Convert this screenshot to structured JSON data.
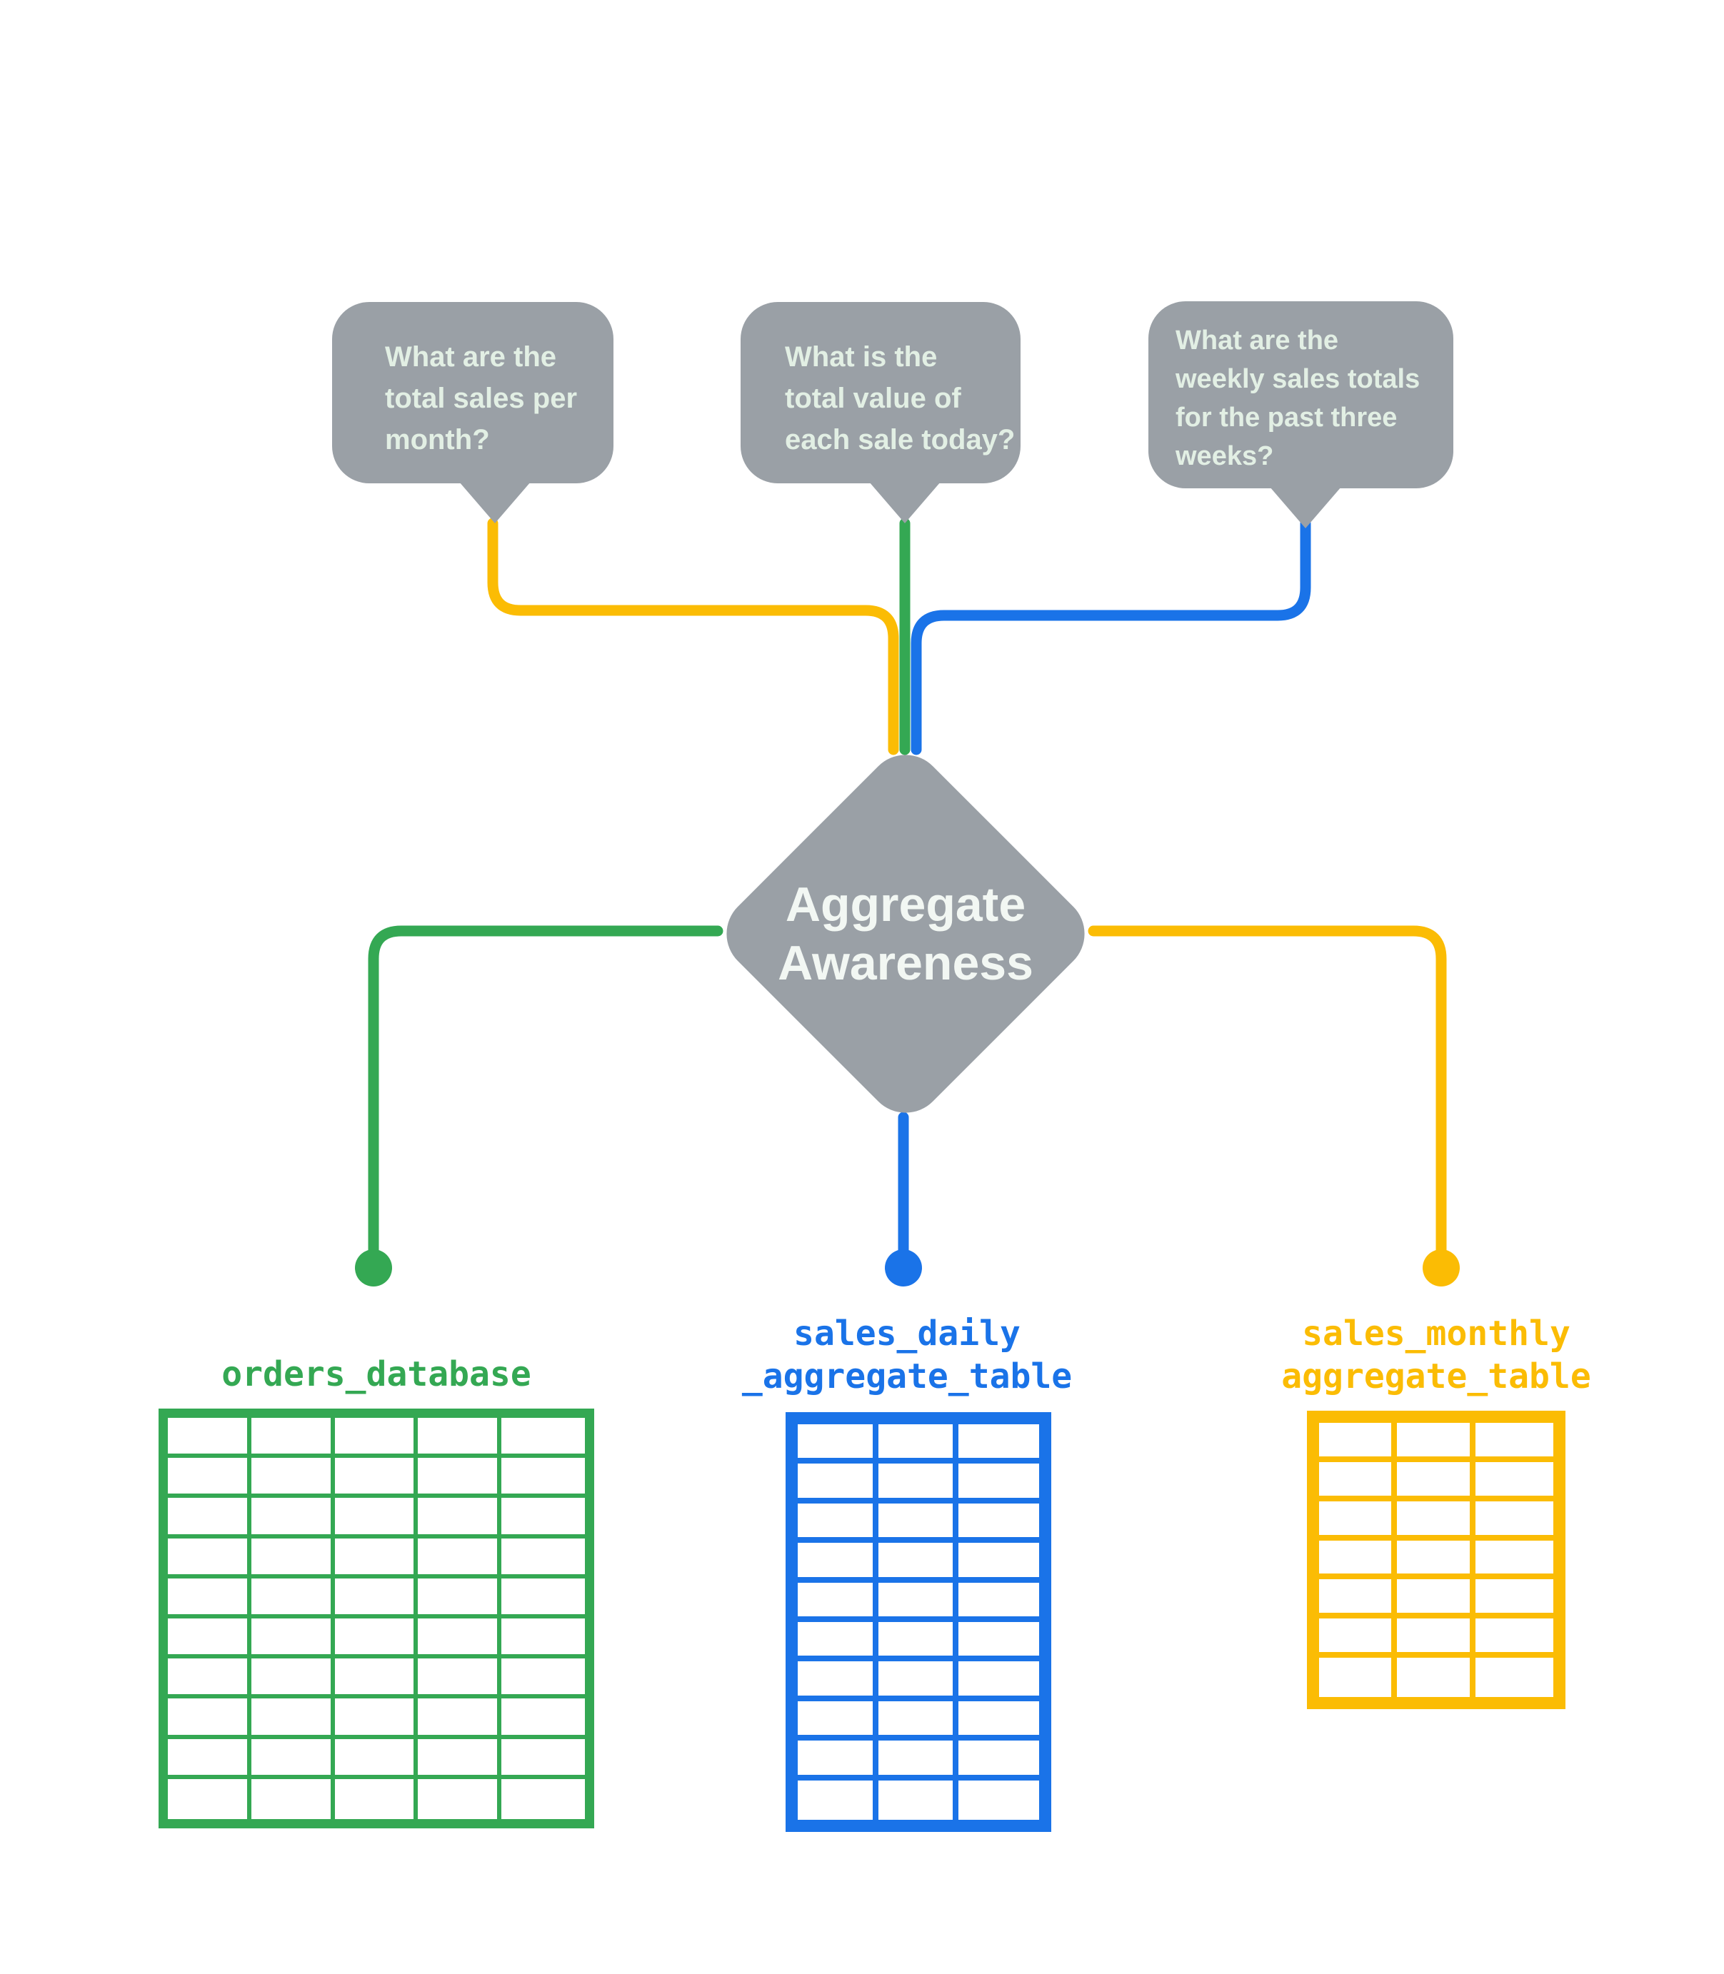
{
  "colors": {
    "gray": "#9AA0A6",
    "green": "#34A853",
    "blue": "#1A73E8",
    "yellow": "#FBBC04",
    "bubble_text": "#E2EFE4",
    "diamond_text": "#F2F7F3"
  },
  "bubbles": [
    {
      "id": "monthly-question",
      "connector_color": "#FBBC04",
      "lines": [
        "What are the",
        "total sales per",
        "month?"
      ]
    },
    {
      "id": "daily-question",
      "connector_color": "#34A853",
      "lines": [
        "What is the",
        "total value of",
        "each sale today?"
      ]
    },
    {
      "id": "weekly-question",
      "connector_color": "#1A73E8",
      "lines": [
        "What are the",
        "weekly sales totals",
        "for the past three",
        "weeks?"
      ]
    }
  ],
  "diamond": {
    "lines": [
      "Aggregate",
      "Awareness"
    ]
  },
  "tables": [
    {
      "id": "orders-database",
      "color": "#34A853",
      "columns": 5,
      "rows": 10,
      "name_lines": [
        "orders_database"
      ]
    },
    {
      "id": "sales-daily-aggregate-table",
      "color": "#1A73E8",
      "columns": 3,
      "rows": 10,
      "name_lines": [
        "sales_daily",
        "_aggregate_table"
      ]
    },
    {
      "id": "sales-monthly-aggregate-table",
      "color": "#FBBC04",
      "columns": 3,
      "rows": 7,
      "name_lines": [
        "sales_monthly",
        "aggregate_table"
      ]
    }
  ]
}
